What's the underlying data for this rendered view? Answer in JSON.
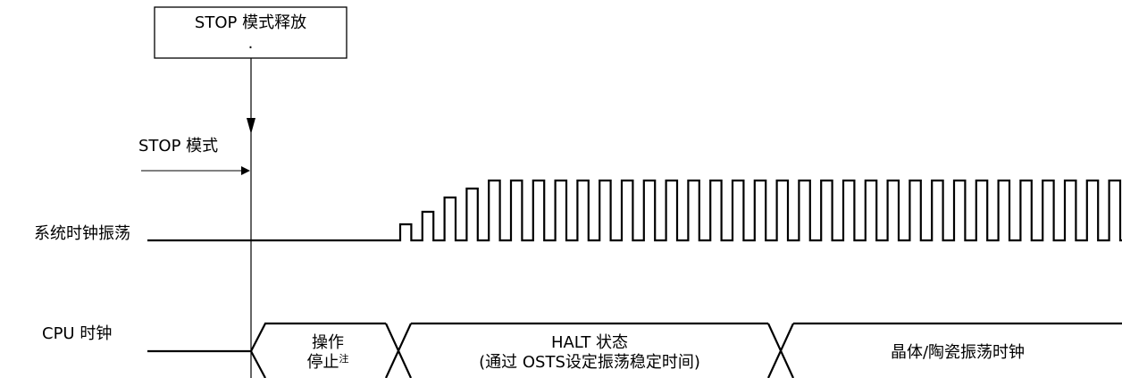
{
  "release_box": {
    "title": "STOP 模式释放",
    "dot": "."
  },
  "stop_mode_label": "STOP 模式",
  "rows": {
    "oscillation": "系统时钟振荡",
    "cpu_clock": "CPU 时钟"
  },
  "cpu_segments": [
    {
      "line1": "操作",
      "line2": "停止",
      "note": "注"
    },
    {
      "line1": "HALT 状态",
      "line2": "(通过 OSTS设定振荡稳定时间)"
    },
    {
      "line1": "晶体/陶瓷振荡时钟"
    }
  ]
}
